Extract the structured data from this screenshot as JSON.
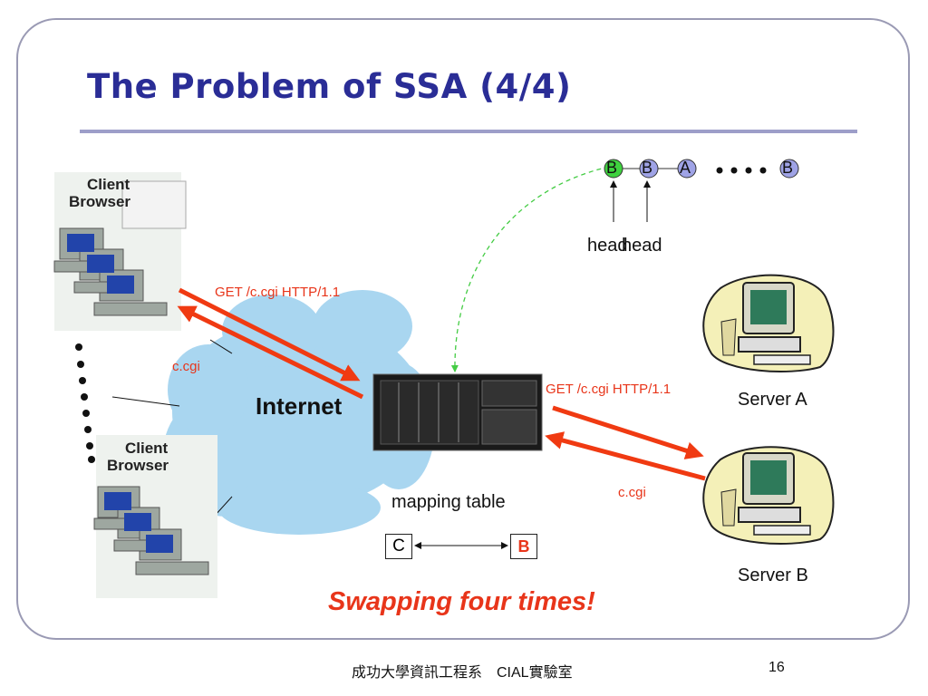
{
  "slide": {
    "title": "The Problem of SSA (4/4)",
    "caption": "Swapping four times!",
    "footer_org": "成功大學資訊工程系　CIAL實驗室",
    "page_number": "16"
  },
  "internet_label": "Internet",
  "clients": {
    "top_label_line1": "Client",
    "top_label_line2": "Browser",
    "bottom_label_line1": "Client",
    "bottom_label_line2": "Browser"
  },
  "request_left": "GET /c.cgi HTTP/1.1",
  "response_left": "c.cgi",
  "request_right": "GET /c.cgi HTTP/1.1",
  "response_right": "c.cgi",
  "queue": {
    "nodes": [
      "B",
      "B",
      "A",
      "B"
    ],
    "head_labels": [
      "head",
      "head"
    ]
  },
  "servers": {
    "a_label": "Server A",
    "b_label": "Server B"
  },
  "mapping": {
    "label": "mapping table",
    "from": "C",
    "to": "B"
  },
  "colors": {
    "title": "#2a2d96",
    "accent_red": "#e8351a",
    "arrow_red": "#f03a12",
    "queue_node": "#9fa3e6",
    "queue_node_active": "#3fd23f",
    "dashed_green": "#44cc44",
    "cloud": "#a9d6f0"
  }
}
